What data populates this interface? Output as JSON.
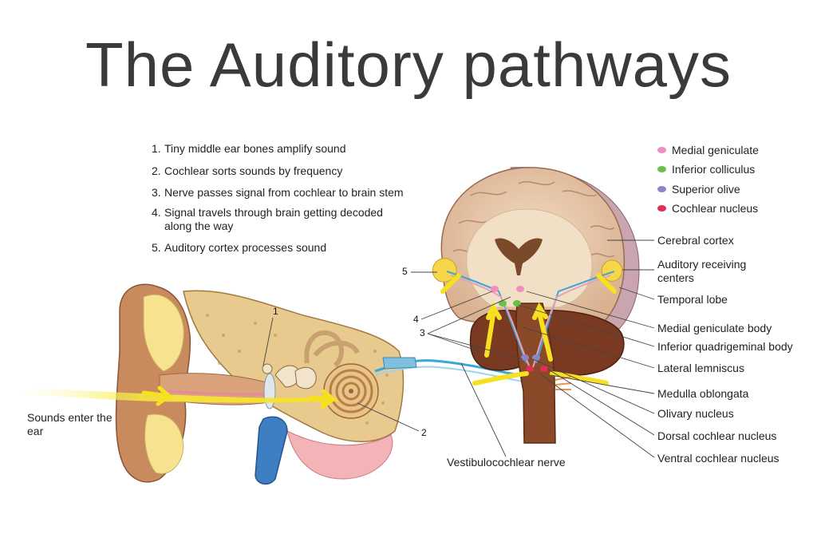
{
  "title": "The Auditory pathways",
  "steps": [
    {
      "num": "1.",
      "text": "Tiny middle ear bones amplify sound"
    },
    {
      "num": "2.",
      "text": "Cochlear sorts sounds by frequency"
    },
    {
      "num": "3.",
      "text": "Nerve passes signal from cochlear to brain stem"
    },
    {
      "num": "4.",
      "text": "Signal travels through brain getting decoded along the way"
    },
    {
      "num": "5.",
      "text": "Auditory cortex processes sound"
    }
  ],
  "legend": [
    {
      "label": "Medial geniculate",
      "color": "#f08fc0"
    },
    {
      "label": "Inferior colliculus",
      "color": "#6cc04a"
    },
    {
      "label": "Superior olive",
      "color": "#8a86c9"
    },
    {
      "label": "Cochlear nucleus",
      "color": "#e03050"
    }
  ],
  "brain_labels": [
    "Cerebral cortex",
    "Auditory receiving centers",
    "Temporal lobe",
    "Medial geniculate body",
    "Inferior quadrigeminal body",
    "Lateral lemniscus",
    "Medulla oblongata",
    "Olivary nucleus",
    "Dorsal cochlear nucleus",
    "Ventral cochlear nucleus"
  ],
  "ear_labels": {
    "sounds": "Sounds enter the ear",
    "nerve": "Vestibulocochlear nerve"
  },
  "callouts": {
    "n1": "1",
    "n2": "2",
    "n3": "3",
    "n4": "4",
    "n5": "5"
  },
  "colors": {
    "title": "#3a3a3a",
    "sound_wave": "#f7ec3c",
    "nerve": "#3aa7d6",
    "brain_tissue": "#e9c9a8",
    "cerebellum": "#7a3a22",
    "brain_stem": "#8a4a2a"
  }
}
